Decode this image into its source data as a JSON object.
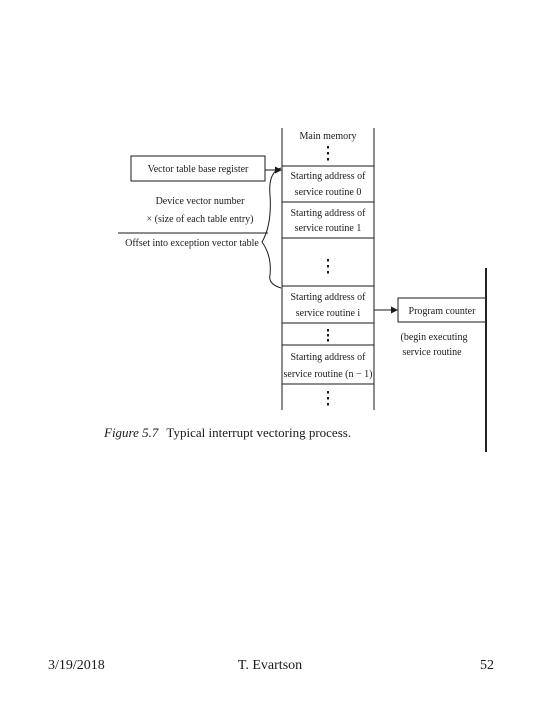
{
  "diagram": {
    "memory_title": "Main memory",
    "memory_slots": [
      {
        "line1": "Starting address of",
        "line2": "service routine 0"
      },
      {
        "line1": "Starting address of",
        "line2": "service routine 1"
      },
      {
        "line1": "Starting address of",
        "line2": "service routine i"
      },
      {
        "line1": "Starting address of",
        "line2": "service routine (n − 1)"
      }
    ],
    "vector_base_register": "Vector table base register",
    "device_vector_line1": "Device vector number",
    "device_vector_line2": "× (size of each table entry)",
    "offset_label": "Offset into exception vector table",
    "program_counter": "Program counter",
    "begin_note_line1": "(begin executing",
    "begin_note_line2": "service routine",
    "caption_figure": "Figure 5.7",
    "caption_text": "Typical interrupt vectoring process."
  },
  "footer": {
    "date": "3/19/2018",
    "author": "T. Evartson",
    "page": "52"
  }
}
